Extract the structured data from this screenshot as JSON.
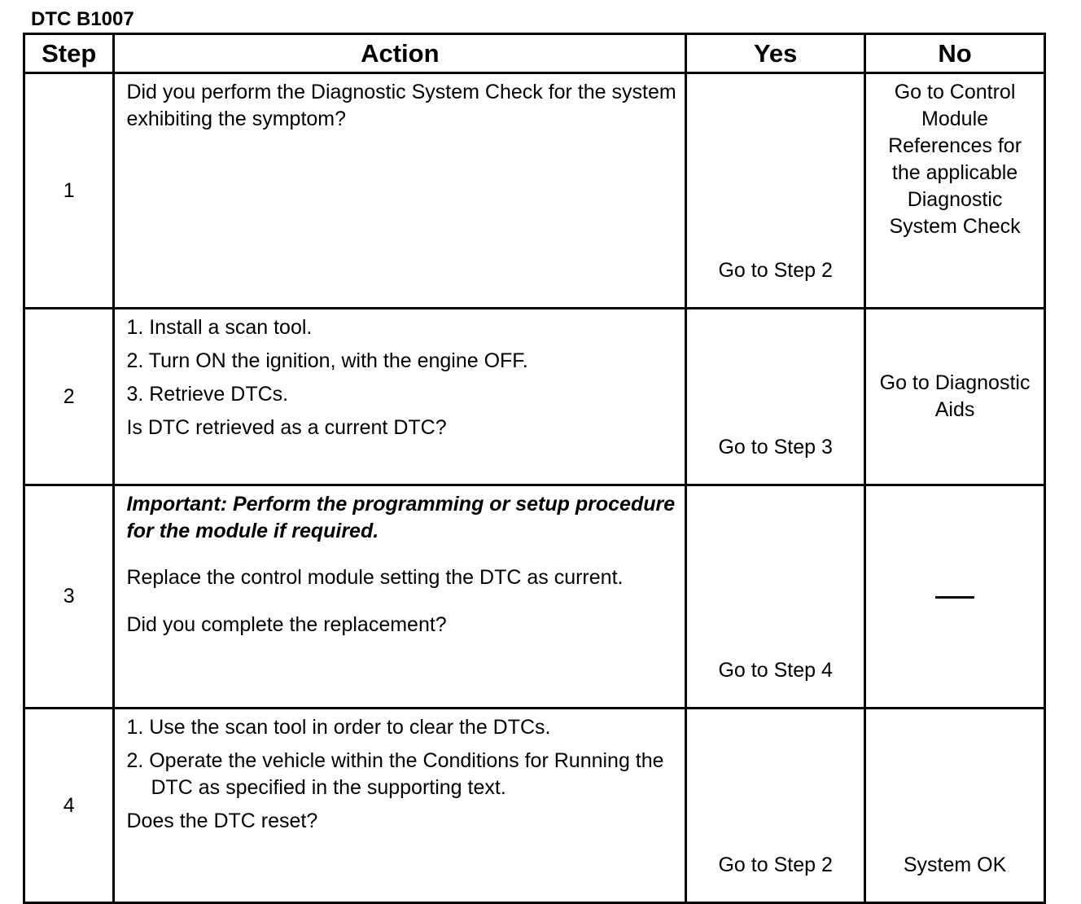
{
  "document": {
    "title": "DTC B1007"
  },
  "table": {
    "headers": {
      "step": "Step",
      "action": "Action",
      "yes": "Yes",
      "no": "No"
    },
    "rows": [
      {
        "step": "1",
        "action": [
          "Did you perform the Diagnostic System Check for the system exhibiting  the symptom?"
        ],
        "yes": "Go to Step 2",
        "no": "Go to Control Module References for the applicable Diagnostic System Check"
      },
      {
        "step": "2",
        "action": [
          "1. Install a scan tool.",
          "2. Turn ON the ignition, with the engine OFF.",
          "3. Retrieve DTCs.",
          "Is DTC retrieved as a current DTC?"
        ],
        "yes": "Go to Step 3",
        "no": "Go to Diagnostic Aids"
      },
      {
        "step": "3",
        "important": "Important: Perform the programming or setup procedure for the module if required.",
        "action": [
          "Replace the control module setting the DTC as current.",
          "Did you complete the replacement?"
        ],
        "yes": "Go to Step 4",
        "no": ""
      },
      {
        "step": "4",
        "action": [
          "1. Use the scan tool in order to clear the DTCs.",
          "2. Operate the vehicle within the Conditions for Running the DTC  as specified in the supporting text.",
          "Does the DTC reset?"
        ],
        "yes": "Go to Step 2",
        "no": "System OK"
      }
    ]
  }
}
